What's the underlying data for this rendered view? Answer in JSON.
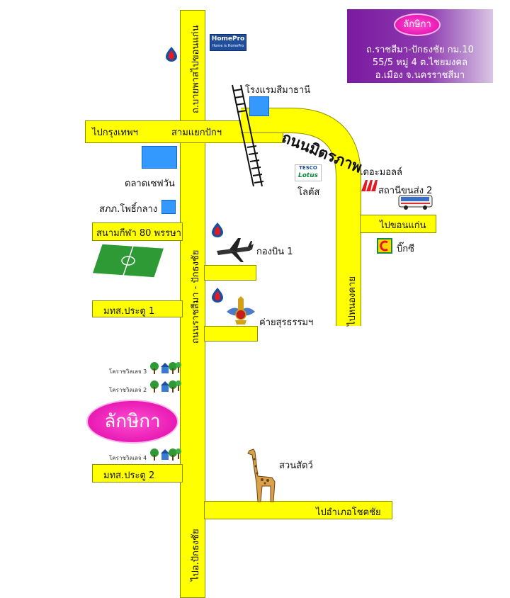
{
  "info_box": {
    "logo_text": "ลักษิกา",
    "line1": "ถ.ราชสีมา-ปักธงชัย กม.10",
    "line2": "55/5 หมู่ 4 ต.ไชยมงคล",
    "line3": "อ.เมือง  จ.นครราชสีมา"
  },
  "roads": {
    "to_khon_kaen_vertical": "ถ.บายพาสไปขอนแก่น",
    "to_bangkok": "ไปกรุงเทพฯ",
    "intersection": "สามแยกปักฯ",
    "mittraphap": "ถนนมิตรภาพ",
    "to_khon_kaen_right": "ไปขอนแก่น",
    "to_nong_khai": "ไปหนองคาย",
    "stadium": "สนามกีฬา 80 พรรษา",
    "gate1": "มทส.ประตู 1",
    "gate2": "มทส.ประตู 2",
    "ratchasima_pakthongchai": "ถนนราชสีมา - ปักธงชัย",
    "to_chok_chai": "ไปอำเภอโชคชัย",
    "to_pak_thong_chai": "ไปอ.ปักธงชัย"
  },
  "places": {
    "homepro_logo": "HomePro",
    "homepro_tagline": "Home is HomePro",
    "hotel": "โรงแรมสีมาธานี",
    "market": "ตลาดเซฟวัน",
    "regional_police": "สภภ.โพธิ์กลาง",
    "tesco_logo": "TESCO",
    "lotus_logo": "Lotus",
    "lotus_label": "โลตัส",
    "the_mall": "เดอะมอลล์",
    "bus_station": "สถานีขนส่ง 2",
    "big_c": "บิ๊กซี",
    "air_wing": "กองบิน 1",
    "army_camp": "ค่ายสุรธรรมฯ",
    "village3": "โคราชวิลเลจ 3",
    "village2": "โคราชวิลเลจ 2",
    "village4": "โคราชวิลเลจ 4",
    "project_logo": "ลักษิกา",
    "zoo": "สวนสัตว์"
  },
  "colors": {
    "road": "#ffff00",
    "info_box": "#7a1aa0",
    "logo_pink": "#e81ab4",
    "building": "#3399ff",
    "ptt": "#1a4fa0"
  }
}
